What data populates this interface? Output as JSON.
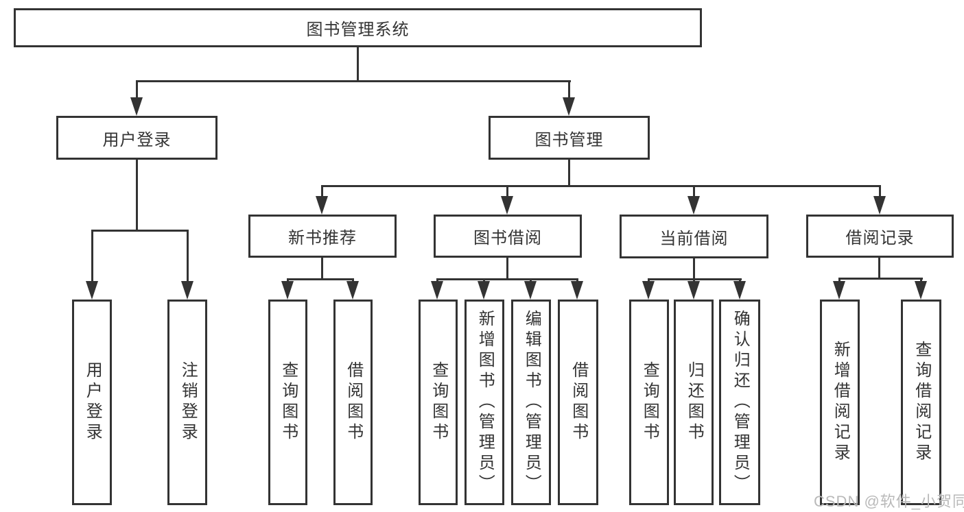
{
  "diagram": {
    "type": "hierarchy-tree",
    "orientation": "top-down"
  },
  "tree": {
    "label": "图书管理系统",
    "children": [
      {
        "label": "用户登录",
        "children": [
          {
            "label": "用户登录"
          },
          {
            "label": "注销登录"
          }
        ]
      },
      {
        "label": "图书管理",
        "children": [
          {
            "label": "新书推荐",
            "children": [
              {
                "label": "查询图书"
              },
              {
                "label": "借阅图书"
              }
            ]
          },
          {
            "label": "图书借阅",
            "children": [
              {
                "label": "查询图书"
              },
              {
                "label": "新增图书（管理员）"
              },
              {
                "label": "编辑图书（管理员）"
              },
              {
                "label": "借阅图书"
              }
            ]
          },
          {
            "label": "当前借阅",
            "children": [
              {
                "label": "查询图书"
              },
              {
                "label": "归还图书"
              },
              {
                "label": "确认归还（管理员）"
              }
            ]
          },
          {
            "label": "借阅记录",
            "children": [
              {
                "label": "新增借阅记录"
              },
              {
                "label": "查询借阅记录"
              }
            ]
          }
        ]
      }
    ]
  },
  "watermark": {
    "text": "CSDN @软件_小贺同学"
  },
  "colors": {
    "background": "#ffffff",
    "line": "#333333",
    "text": "#333333",
    "watermark": "#b9b9b9"
  }
}
